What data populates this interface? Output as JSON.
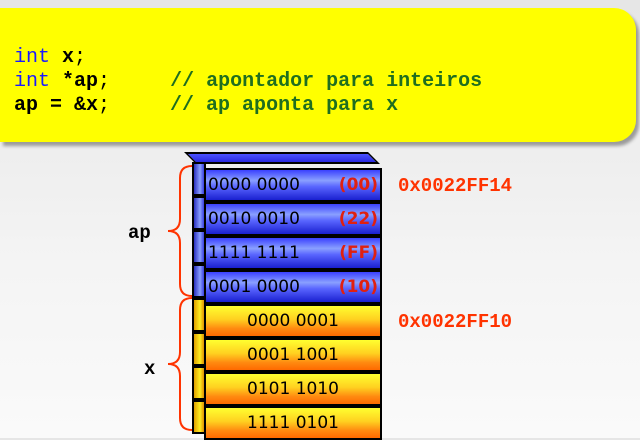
{
  "code": {
    "line1": {
      "kw": "int",
      "rest": " x",
      "semi": ";"
    },
    "line2": {
      "kw": "int",
      "rest": " *ap",
      "semi": ";",
      "pad": "     ",
      "comment": "// apontador para inteiros"
    },
    "line3": {
      "rest": "ap = &x",
      "semi": ";",
      "pad": "     ",
      "comment": "// ap aponta para x"
    }
  },
  "memory": {
    "ap_cells": [
      {
        "bits": "0000 0000",
        "hex": "(00)"
      },
      {
        "bits": "0010 0010",
        "hex": "(22)"
      },
      {
        "bits": "1111 1111",
        "hex": "(FF)"
      },
      {
        "bits": "0001 0000",
        "hex": "(10)"
      }
    ],
    "x_cells": [
      {
        "bits": "0000 0001"
      },
      {
        "bits": "0001 1001"
      },
      {
        "bits": "0101 1010"
      },
      {
        "bits": "1111 0101"
      }
    ],
    "labels": {
      "ap": "ap",
      "x": "x"
    },
    "addresses": {
      "ap": "0x0022FF14",
      "x": "0x0022FF10"
    },
    "colors": {
      "ap_cell": "#3a40ff",
      "x_cell": "#ffd020",
      "address": "#ff3300",
      "hex": "#e02010",
      "brace": "#ff3300"
    }
  }
}
